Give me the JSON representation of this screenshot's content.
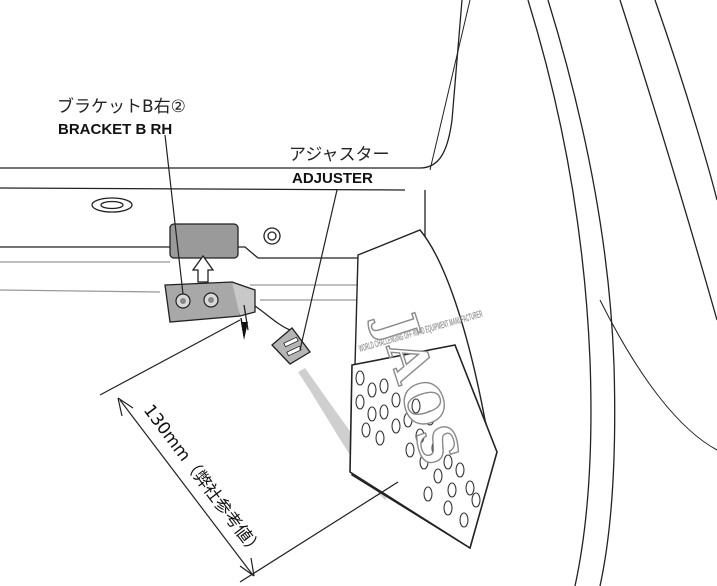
{
  "labels": {
    "bracket_jp": "ブラケットB右②",
    "bracket_en": "BRACKET B RH",
    "adjuster_jp": "アジャスター",
    "adjuster_en": "ADJUSTER"
  },
  "dimension": {
    "text": "130mm（弊社参考値）"
  },
  "mudflap": {
    "brand": "JAOS",
    "tagline": "WORLD CHALLENGING OFF ROAD EQUIPMENT MANUFACTURER"
  }
}
